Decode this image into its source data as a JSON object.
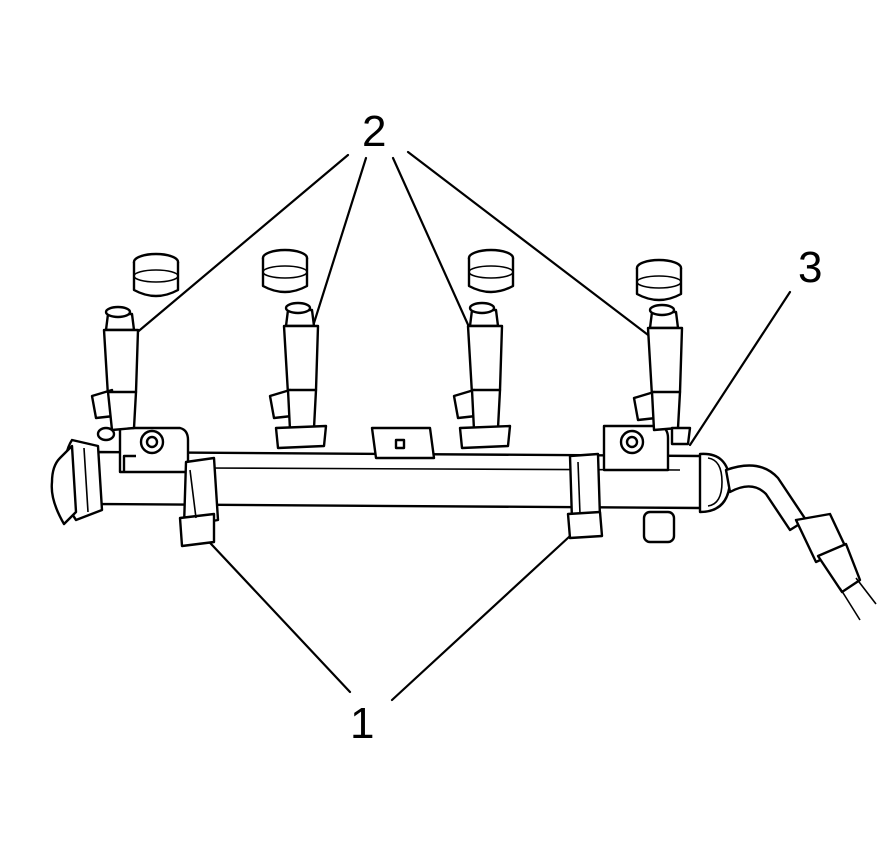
{
  "callouts": {
    "one": "1",
    "two": "2",
    "three": "3"
  },
  "colors": {
    "ink": "#000000",
    "background": "#ffffff"
  }
}
